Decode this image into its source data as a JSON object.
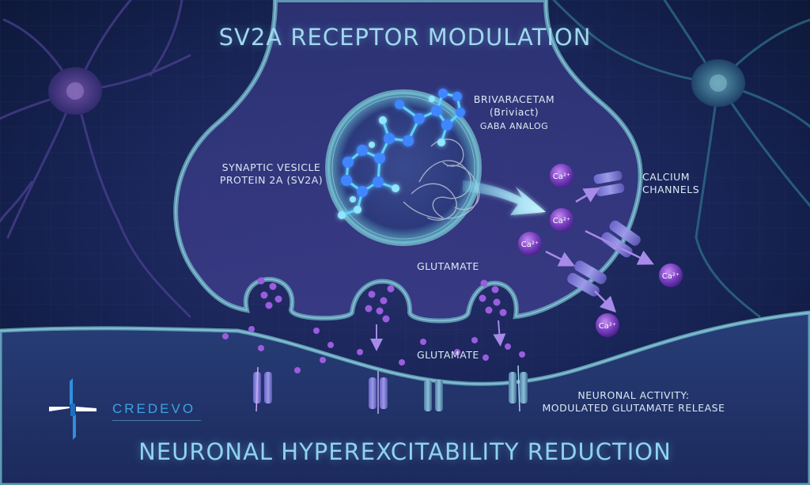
{
  "title": "SV2A RECEPTOR MODULATION",
  "bottom_title": "NEURONAL HYPEREXCITABILITY REDUCTION",
  "labels": {
    "drug_name": "BRIVARACETAM",
    "drug_brand": "(Briviact)",
    "drug_class": "GABA ANALOG",
    "sv2a_line1": "SYNAPTIC VESICLE",
    "sv2a_line2": "PROTEIN 2A (SV2A)",
    "calcium_line1": "CALCIUM",
    "calcium_line2": "CHANNELS",
    "glutamate_top": "GLUTAMATE",
    "glutamate_cleft": "GLUTAMATE",
    "activity_line1": "NEURONAL ACTIVITY:",
    "activity_line2": "MODULATED GLUTAMATE RELEASE",
    "ion_label": "Ca²⁺"
  },
  "logo": {
    "name": "CREDEVO",
    "icon": "credevo-cross-logo"
  },
  "colors": {
    "background": "#0f1a3d",
    "membrane": "#6fb8c8",
    "title": "#9fd8ec",
    "vesicle_dot": "#9b5de0",
    "calcium": "#7a3fc0",
    "molecule_node": "#3f86ff",
    "logo_blue": "#2f8fe0"
  }
}
